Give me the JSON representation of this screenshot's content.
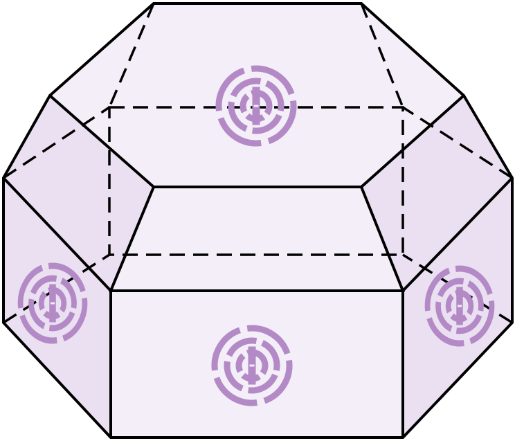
{
  "figure": {
    "kind": "hexagonal prism with square hole (3D solid), face pictograms",
    "colors": {
      "face_light": "#f3eef8",
      "face_side": "#eae0f1",
      "edge": "#000000",
      "emblem": "#b38ac6"
    },
    "faces": [
      {
        "id": "top",
        "emblem": "target-icon"
      },
      {
        "id": "front",
        "emblem": "target-icon"
      },
      {
        "id": "left",
        "emblem": "target-icon"
      },
      {
        "id": "right",
        "emblem": "target-icon"
      }
    ]
  }
}
